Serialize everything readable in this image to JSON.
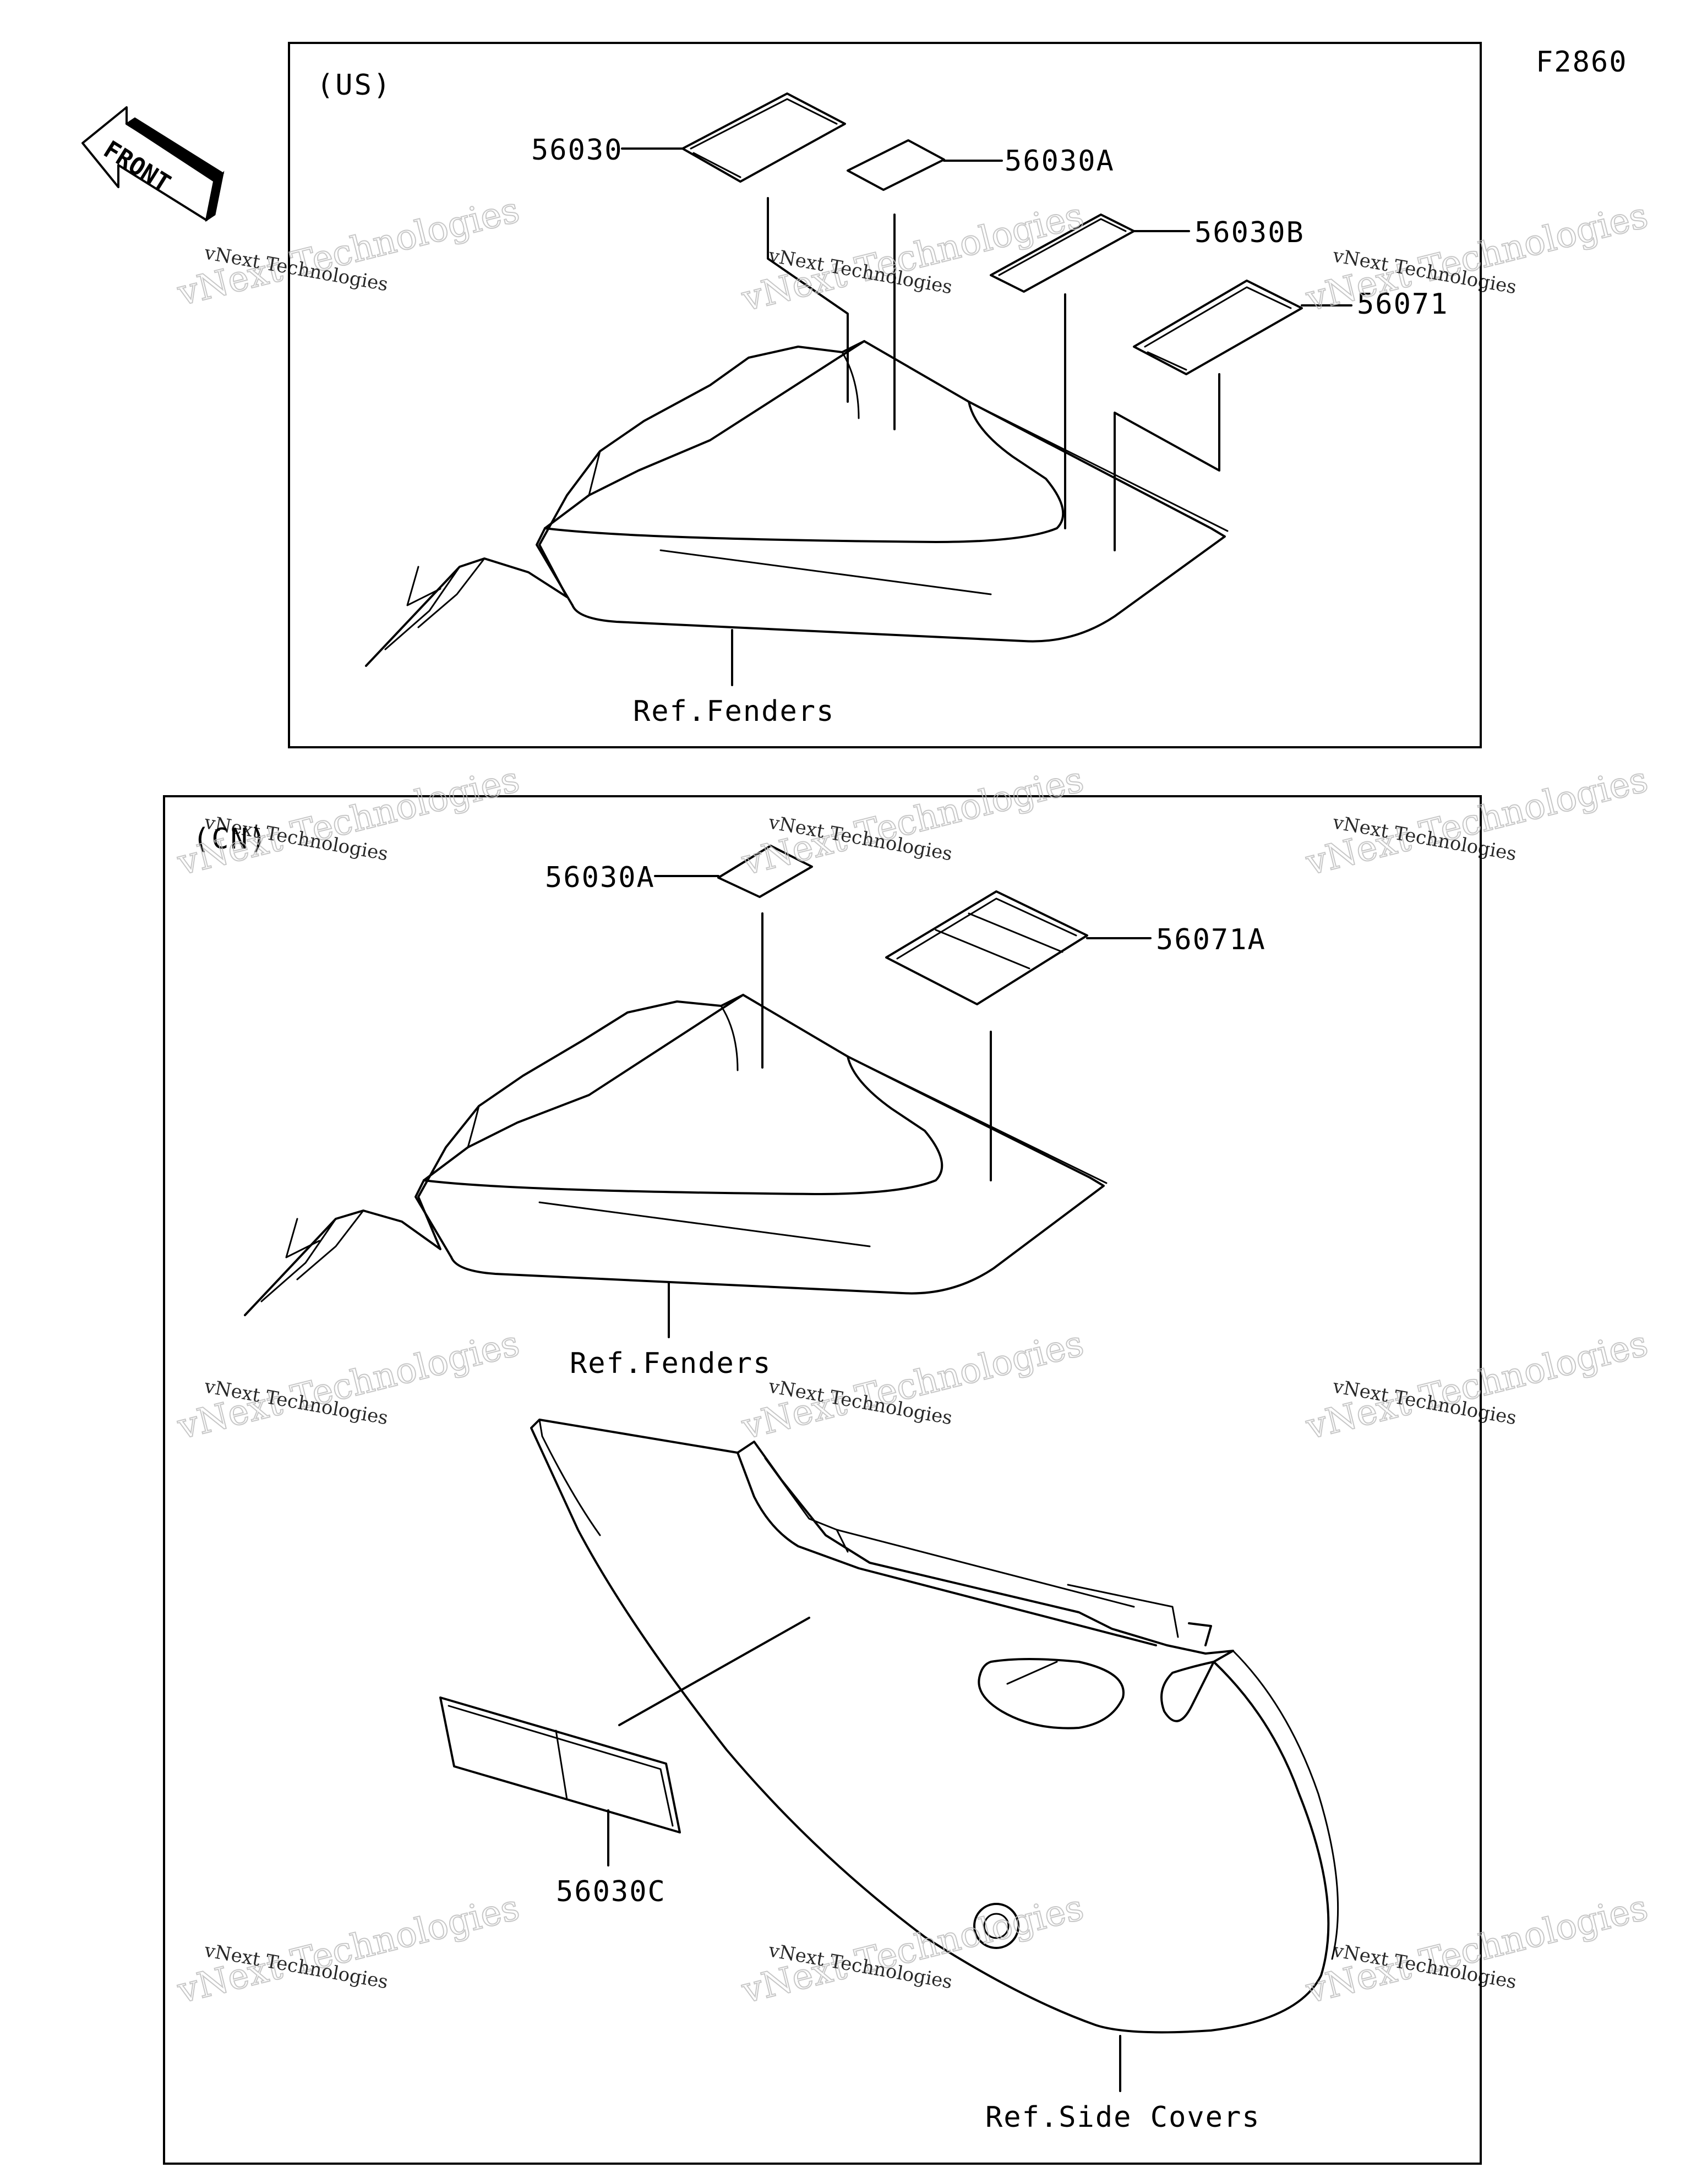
{
  "figure_code": "F2860",
  "front_arrow_label": "FRONT",
  "watermark": {
    "line1": "vNext Technologies",
    "line2": "vNext Technologies"
  },
  "panels": [
    {
      "tag": "(US)",
      "parts": [
        "56030",
        "56030A",
        "56030B",
        "56071"
      ],
      "reference": "Ref.Fenders"
    },
    {
      "tag": "(CN)",
      "parts": [
        "56030A",
        "56071A",
        "56030C"
      ],
      "references": [
        "Ref.Fenders",
        "Ref.Side Covers"
      ]
    }
  ]
}
